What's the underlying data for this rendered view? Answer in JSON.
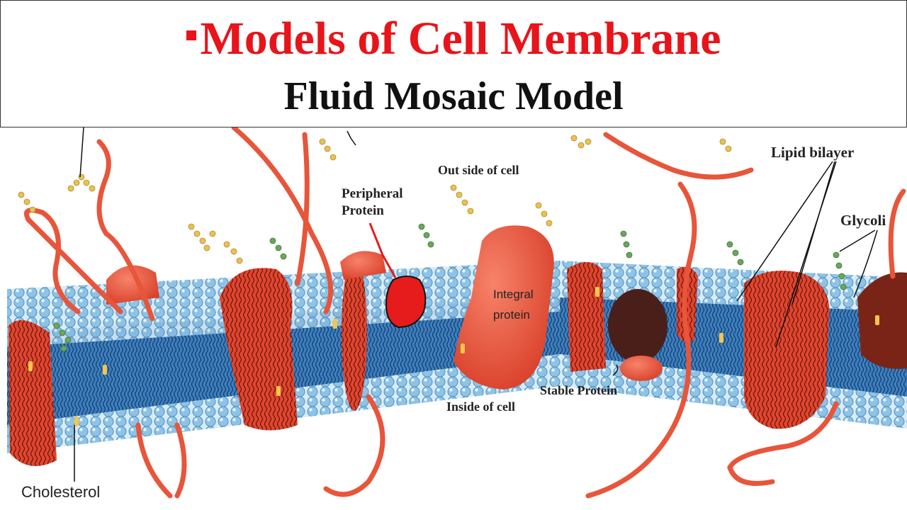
{
  "title": {
    "main": "Models of Cell Membrane",
    "sub": "Fluid Mosaic Model"
  },
  "labels": {
    "outside": "Out side of cell",
    "peripheral_1": "Peripheral",
    "peripheral_2": "Protein",
    "integral_1": "Integral",
    "integral_2": "protein",
    "lipid_bilayer": "Lipid bilayer",
    "glycolipid": "Glycoli",
    "stable_protein": "Stable Protein",
    "inside": "Inside of cell",
    "cholesterol": "Cholesterol"
  },
  "colors": {
    "title_red": "#e8141a",
    "protein": "#e8553a",
    "head": "#8fc3e6",
    "tail": "#3d7fbf",
    "glyco_yellow": "#e8c253",
    "glyco_green": "#6aa65c",
    "marker_red": "#e61b1b"
  }
}
